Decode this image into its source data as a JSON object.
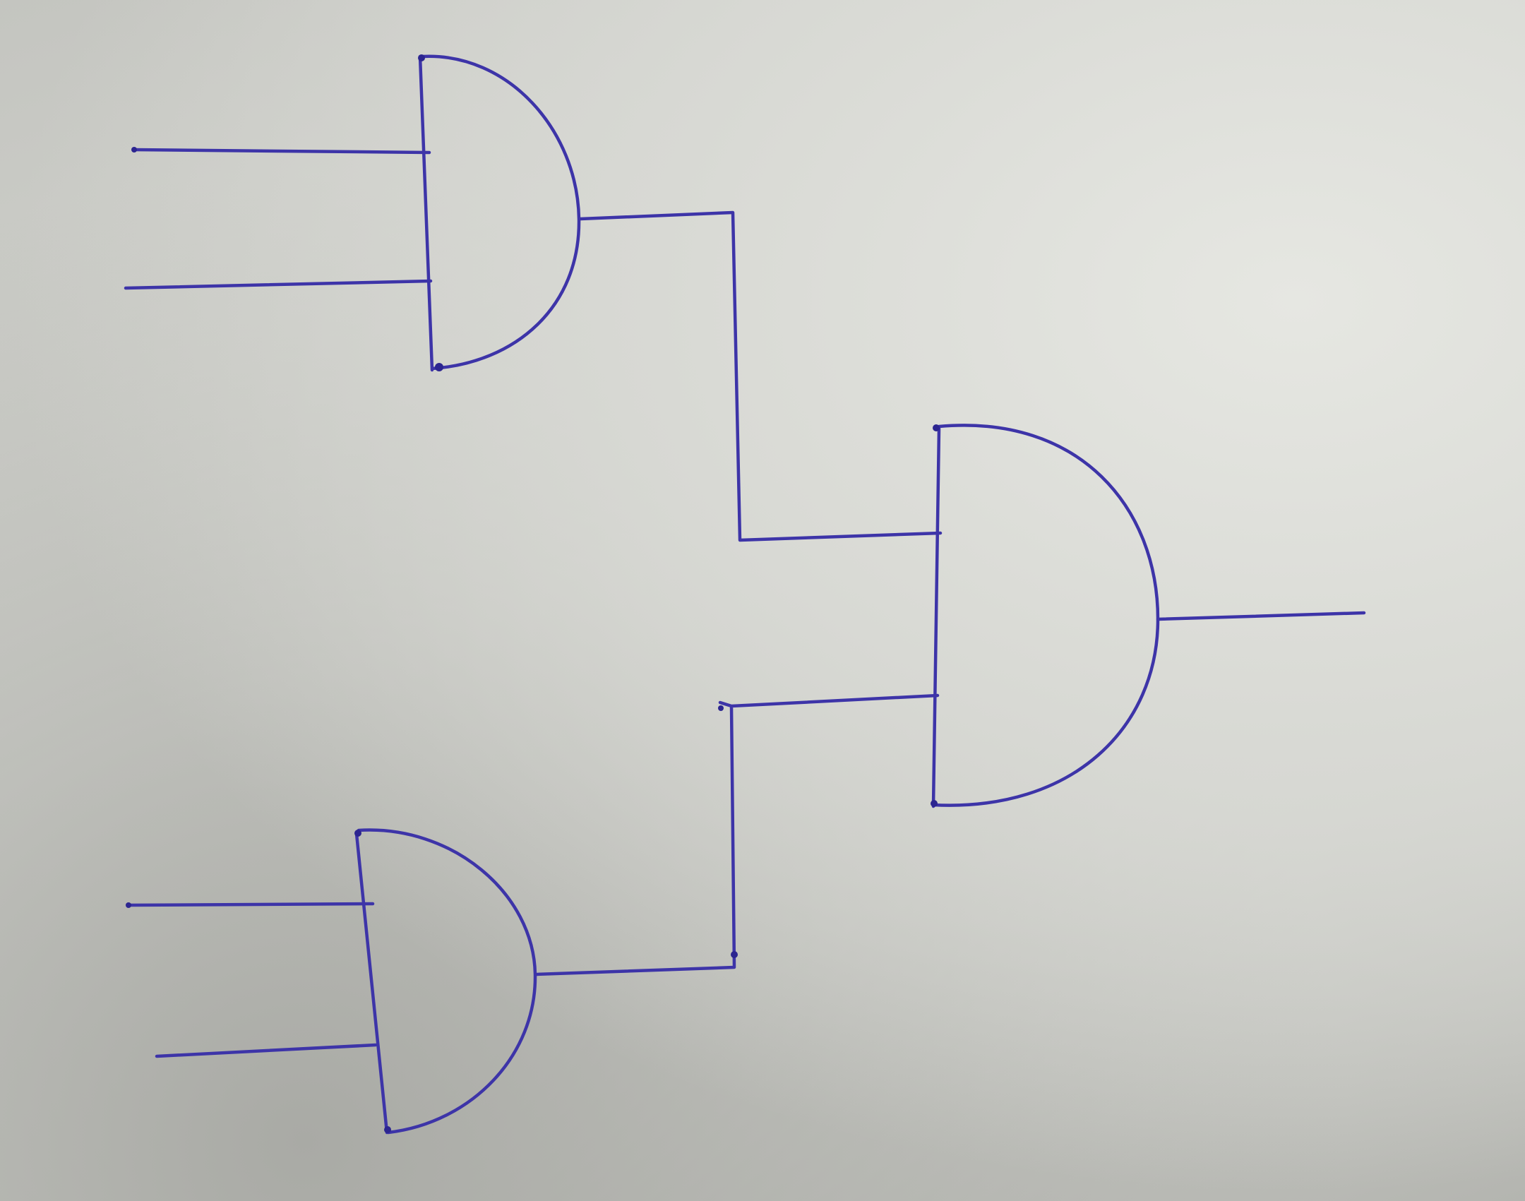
{
  "diagram": {
    "type": "logic-circuit",
    "gate_type": "AND",
    "gates": [
      {
        "id": "gate-top-left",
        "type": "AND",
        "inputs": 2,
        "output_to": "gate-right"
      },
      {
        "id": "gate-bottom-left",
        "type": "AND",
        "inputs": 2,
        "output_to": "gate-right"
      },
      {
        "id": "gate-right",
        "type": "AND",
        "inputs": 2,
        "output_to": "circuit-output"
      }
    ],
    "primary_inputs": 4,
    "primary_outputs": 1
  },
  "colors": {
    "ink": "#3d34a8",
    "paper": "#d2d3ce"
  }
}
